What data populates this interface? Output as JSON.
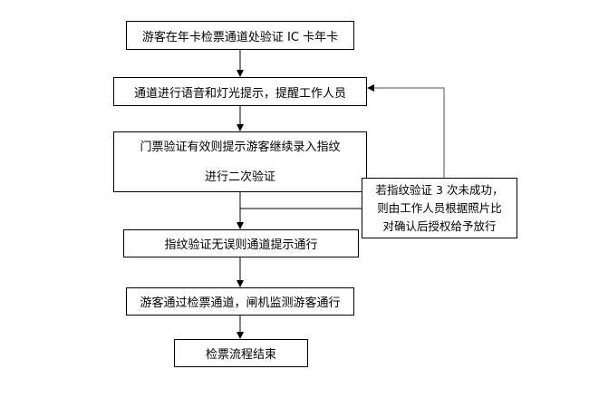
{
  "flow": {
    "step1": "游客在年卡检票通道处验证 IC 卡年卡",
    "step2": "通道进行语音和灯光提示，提醒工作人员",
    "step3_line1": "门票验证有效则提示游客继续录入指纹",
    "step3_line2": "进行二次验证",
    "step4": "指纹验证无误则通道提示通行",
    "step5": "游客通过检票通道，闸机监测游客通行",
    "step6": "检票流程结束",
    "fail_line1": "若指纹验证 3 次未成功，",
    "fail_line2": "则由工作人员根据照片比",
    "fail_line3": "对确认后授权给予放行"
  },
  "colors": {
    "line": "#000000",
    "feedback_line": "#555555"
  }
}
